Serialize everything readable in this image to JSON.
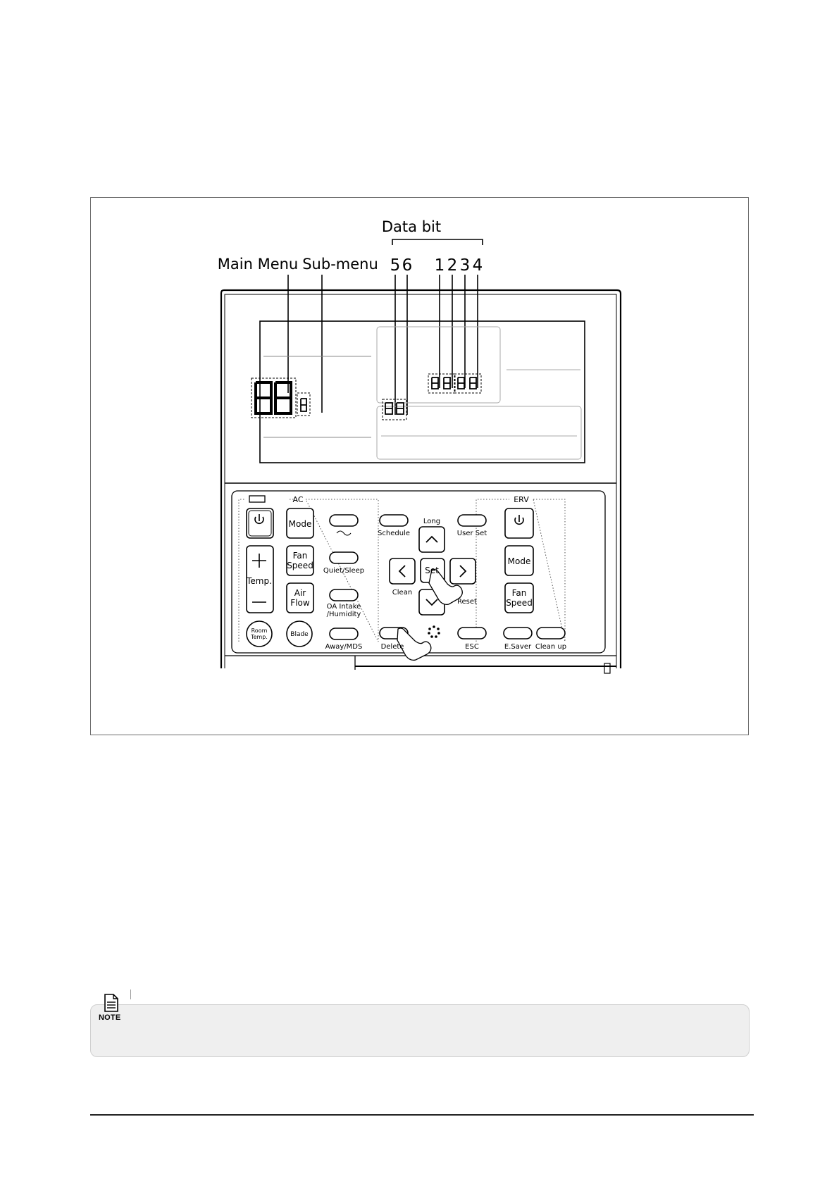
{
  "diagram": {
    "callouts": {
      "data_bit": "Data bit",
      "main_menu": "Main Menu",
      "sub_menu": "Sub-menu",
      "digits": [
        "5",
        "6",
        "1",
        "2",
        "3",
        "4"
      ]
    },
    "ac_panel": {
      "title": "AC",
      "buttons": {
        "mode": "Mode",
        "fan_speed_line1": "Fan",
        "fan_speed_line2": "Speed",
        "temp": "Temp.",
        "air_flow_line1": "Air",
        "air_flow_line2": "Flow",
        "room_temp_line1": "Room",
        "room_temp_line2": "Temp.",
        "blade": "Blade",
        "quiet_sleep": "Quiet/Sleep",
        "oa_intake_line1": "OA Intake",
        "oa_intake_line2": "/Humidity",
        "away_mds": "Away/MDS"
      }
    },
    "center_panel": {
      "schedule": "Schedule",
      "long": "Long",
      "user_set": "User Set",
      "set": "Set",
      "clean": "Clean",
      "reset": "Reset",
      "delete": "Delete",
      "esc": "ESC"
    },
    "erv_panel": {
      "title": "ERV",
      "mode": "Mode",
      "fan_speed_line1": "Fan",
      "fan_speed_line2": "Speed",
      "e_saver": "E.Saver",
      "clean_up": "Clean up"
    }
  },
  "note": {
    "label": "NOTE"
  }
}
